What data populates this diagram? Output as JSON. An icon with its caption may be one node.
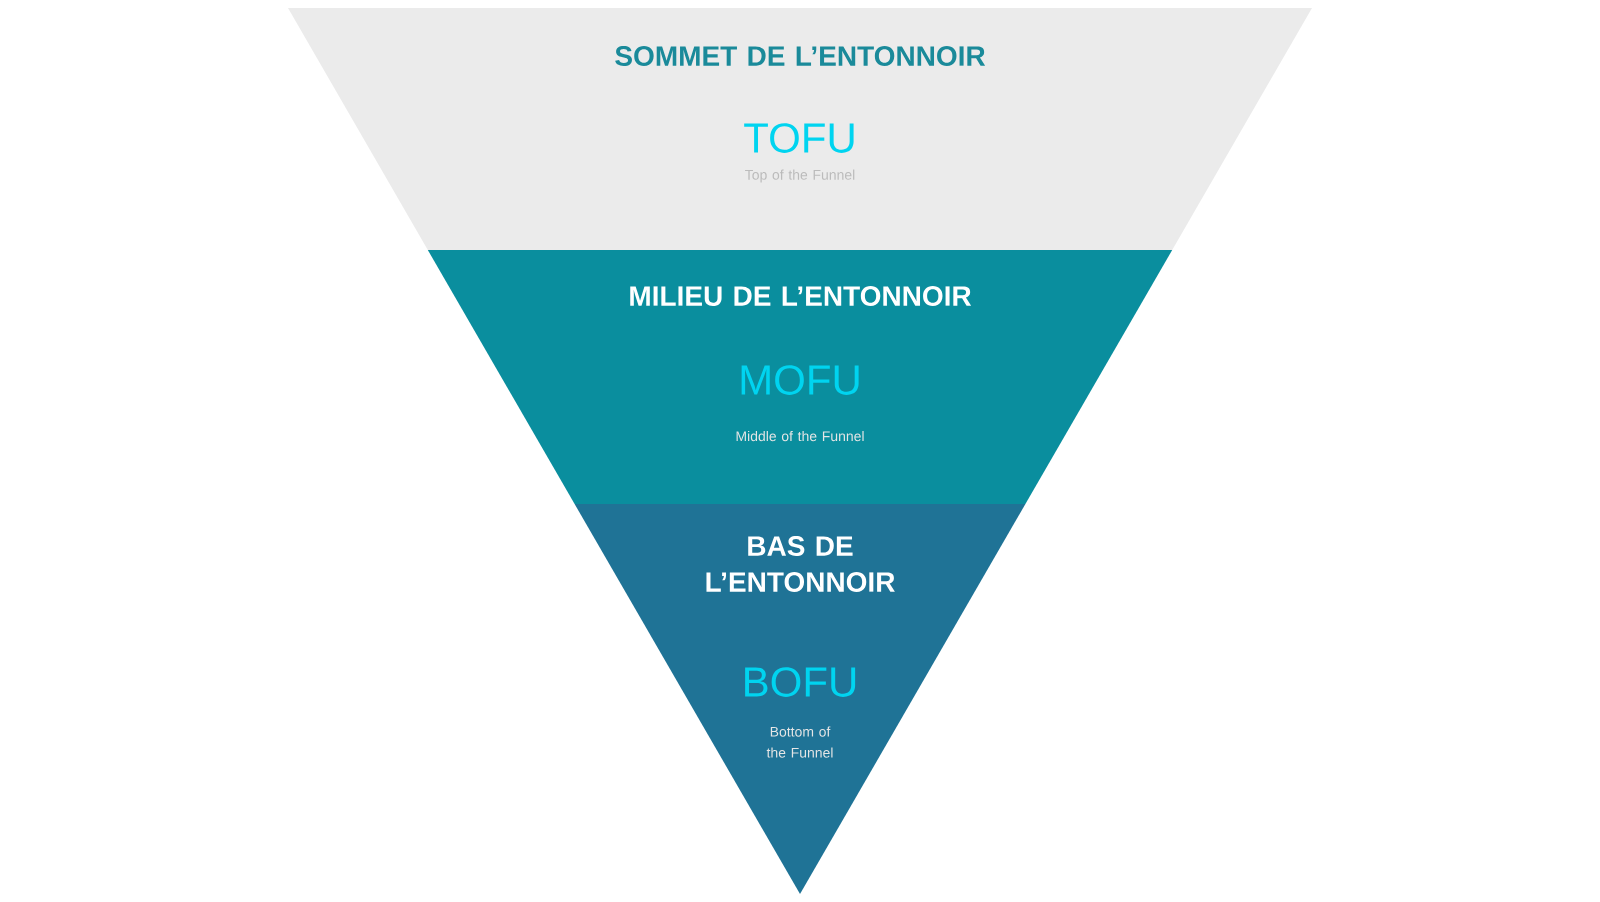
{
  "diagram": {
    "nodes": [
      {
        "text": [
          "SOMMET DE L’ENTONNOIR",
          "TOFU",
          "Top of the Funnel"
        ]
      },
      {
        "text": [
          "MILIEU DE L’ENTONNOIR",
          "MOFU",
          "Middle of the Funnel"
        ]
      },
      {
        "text": [
          "BAS DE L’ENTONNOIR",
          "BOFU",
          "Bottom of the Funnel"
        ]
      }
    ]
  }
}
